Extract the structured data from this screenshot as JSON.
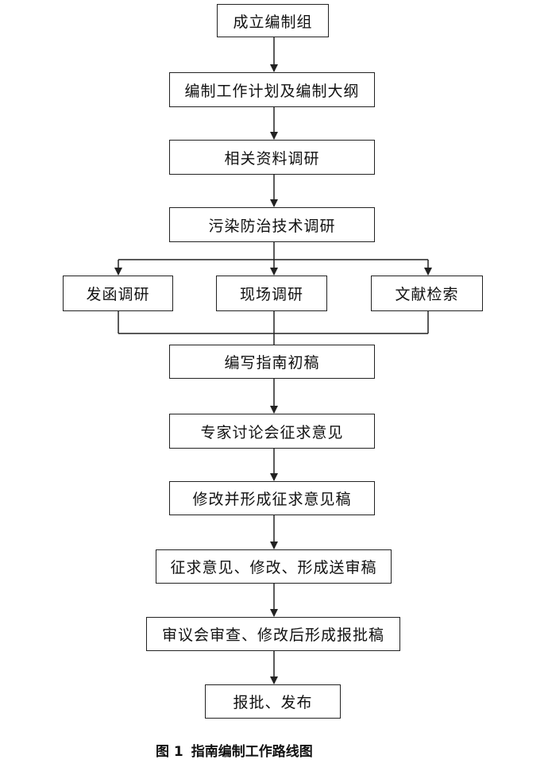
{
  "steps": {
    "s1": "成立编制组",
    "s2": "编制工作计划及编制大纲",
    "s3": "相关资料调研",
    "s4": "污染防治技术调研",
    "b1": "发函调研",
    "b2": "现场调研",
    "b3": "文献检索",
    "s5": "编写指南初稿",
    "s6": "专家讨论会征求意见",
    "s7": "修改并形成征求意见稿",
    "s8": "征求意见、修改、形成送审稿",
    "s9": "审议会审查、修改后形成报批稿",
    "s10": "报批、发布"
  },
  "caption": {
    "number": "图 1",
    "title": "指南编制工作路线图"
  }
}
